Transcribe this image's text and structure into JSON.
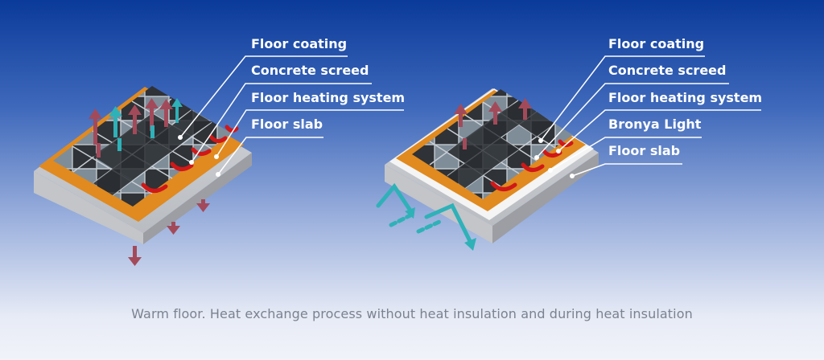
{
  "diagram": {
    "left_panel": {
      "labels": [
        "Floor coating",
        "Concrete screed",
        "Floor heating system",
        "Floor slab"
      ]
    },
    "right_panel": {
      "labels": [
        "Floor coating",
        "Concrete screed",
        "Floor heating system",
        "Bronya Light",
        "Floor slab"
      ]
    },
    "caption": "Warm floor. Heat exchange process without heat insulation and during heat insulation",
    "colors": {
      "heat_arrow": "#a34a5a",
      "cool_arrow": "#3dbcc4",
      "screed": "#e08a1f",
      "heating_pipe": "#d01818",
      "slab_side": "#a9a9ad",
      "insulation": "#f4f4f4"
    }
  }
}
